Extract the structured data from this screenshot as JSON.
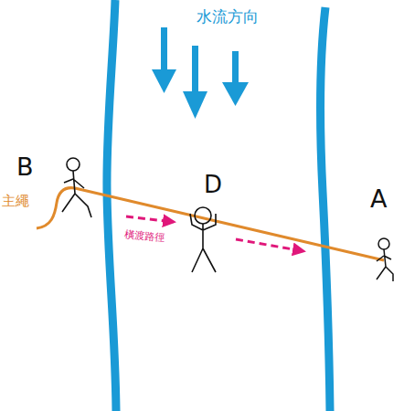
{
  "diagram": {
    "labels": [
      "水流方向",
      "B",
      "主繩",
      "D",
      "橫渡路徑",
      "A"
    ]
  }
}
